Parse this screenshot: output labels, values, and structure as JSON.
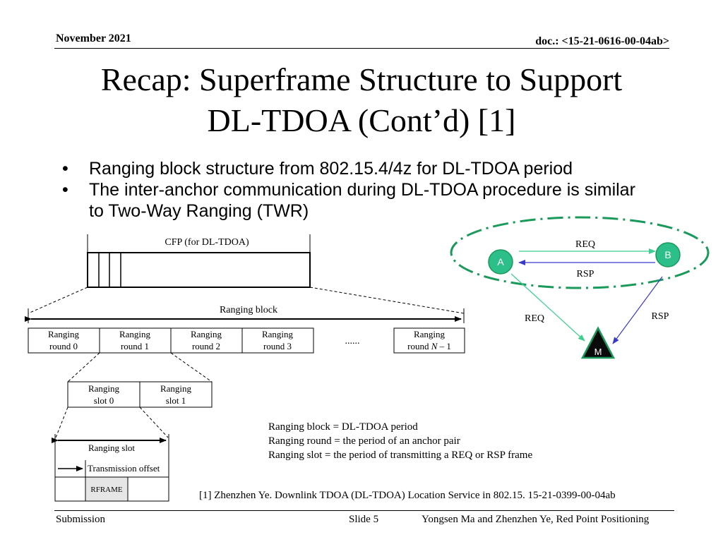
{
  "header": {
    "date": "November 2021",
    "doc": "doc.: <15-21-0616-00-04ab>"
  },
  "title": {
    "line1": "Recap: Superframe Structure to Support",
    "line2": "DL-TDOA (Cont’d) [1]"
  },
  "bullets": [
    "Ranging block structure from 802.15.4/4z for DL-TDOA period",
    "The inter-anchor communication during DL-TDOA procedure is similar to Two-Way Ranging (TWR)"
  ],
  "block_diagram": {
    "cfp_label": "CFP (for DL-TDOA)",
    "ranging_block_label": "Ranging block",
    "rounds": [
      {
        "line1": "Ranging",
        "line2": "round 0"
      },
      {
        "line1": "Ranging",
        "line2": "round 1"
      },
      {
        "line1": "Ranging",
        "line2": "round 2"
      },
      {
        "line1": "Ranging",
        "line2": "round 3"
      }
    ],
    "ellipsis": "......",
    "last_round": {
      "line1": "Ranging",
      "line2_prefix": "round ",
      "line2_var": "N",
      "line2_suffix": " – 1"
    },
    "slots": [
      {
        "line1": "Ranging",
        "line2": "slot 0"
      },
      {
        "line1": "Ranging",
        "line2": "slot 1"
      }
    ],
    "ranging_slot_label": "Ranging slot",
    "tx_offset_label": "Transmission offset",
    "rframe_label": "RFRAME"
  },
  "anchor_diagram": {
    "node_a": "A",
    "node_b": "B",
    "node_m": "M",
    "req_ab": "REQ",
    "rsp_ba": "RSP",
    "req_am": "REQ",
    "rsp_bm": "RSP",
    "colors": {
      "node_fill": "#2dbf8a",
      "ellipse": "#1a9a5a",
      "green_arrow": "#3ccf8e",
      "blue_arrow": "#3a3ac8"
    }
  },
  "definitions": [
    "Ranging block = DL-TDOA period",
    "Ranging round = the period of an anchor pair",
    "Ranging slot = the period of transmitting a REQ or RSP frame"
  ],
  "reference": "[1] Zhenzhen Ye. Downlink TDOA (DL-TDOA) Location Service in 802.15. 15-21-0399-00-04ab",
  "footer": {
    "submission": "Submission",
    "slide": "Slide 5",
    "authors": "Yongsen Ma and Zhenzhen Ye, Red Point Positioning"
  }
}
